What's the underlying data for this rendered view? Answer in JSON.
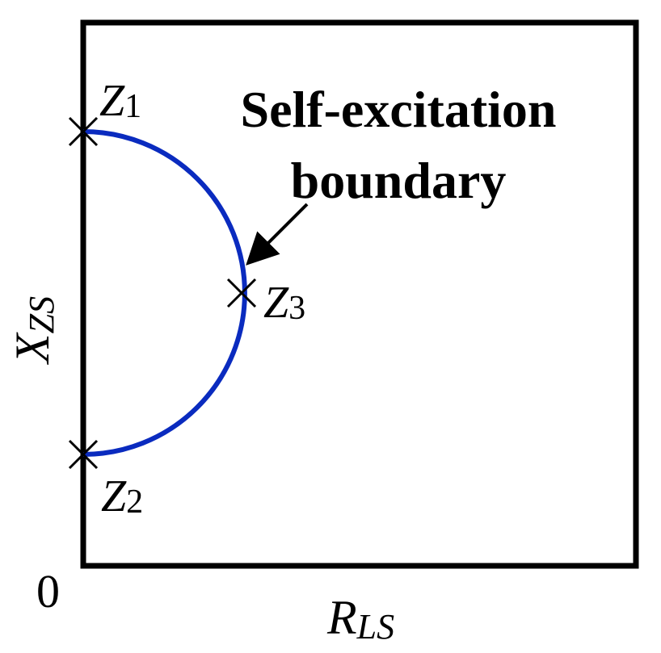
{
  "axes": {
    "origin_label": "0",
    "x_label_main": "R",
    "x_label_sub": "LS",
    "y_label_main": "X",
    "y_label_sub": "ZS"
  },
  "points": [
    {
      "id": "z1",
      "main": "Z",
      "sub": "1"
    },
    {
      "id": "z2",
      "main": "Z",
      "sub": "2"
    },
    {
      "id": "z3",
      "main": "Z",
      "sub": "3"
    }
  ],
  "annotation": {
    "line1": "Self-excitation",
    "line2": "boundary"
  },
  "colors": {
    "frame": "#000000",
    "boundary_curve": "#0a2bbf",
    "markers": "#000000",
    "arrow": "#000000",
    "text": "#000000"
  }
}
